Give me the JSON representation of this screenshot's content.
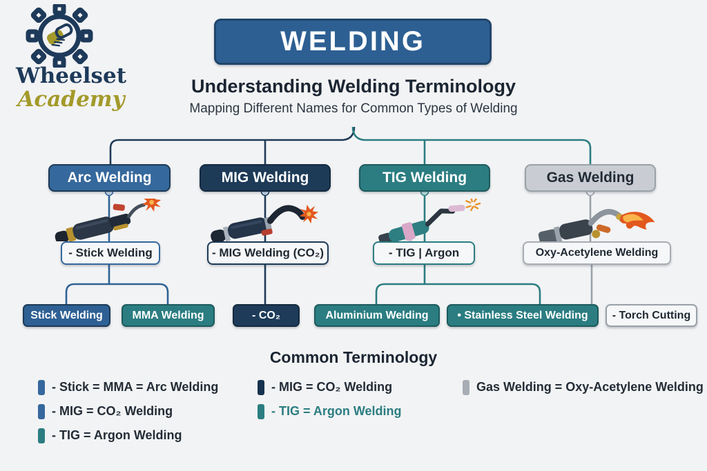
{
  "logo": {
    "line1": "Wheelset",
    "line2": "Academy",
    "icon": "gear-handshake-icon"
  },
  "header": {
    "title": "WELDING",
    "subtitle": "Understanding Welding Terminology",
    "tagline": "Mapping Different Names for Common Types of Welding"
  },
  "branches": [
    {
      "label": "Arc Welding",
      "sub_label": "- Stick Welding",
      "icon": "stick-electrode-holder-illustration",
      "children": [
        "Stick Welding",
        "MMA Welding"
      ],
      "color": "#35689c"
    },
    {
      "label": "MIG Welding",
      "sub_label": "- MIG Welding (CO₂)",
      "icon": "mig-torch-illustration",
      "children": [
        "- CO₂"
      ],
      "color": "#1d3a57"
    },
    {
      "label": "TIG Welding",
      "sub_label": "- TIG | Argon",
      "icon": "tig-torch-illustration",
      "children": [
        "Aluminium Welding",
        "• Stainless Steel Welding"
      ],
      "color": "#2b7d81"
    },
    {
      "label": "Gas Welding",
      "sub_label": "Oxy-Acetylene Welding",
      "icon": "gas-torch-illustration",
      "children": [
        "- Torch Cutting"
      ],
      "color": "#c9cdd3"
    }
  ],
  "terminology": {
    "heading": "Common Terminology",
    "columns": [
      {
        "items": [
          {
            "text": "- Stick = MMA = Arc Welding",
            "pill_color": "#35689c"
          },
          {
            "text": "- MIG = CO₂ Welding",
            "pill_color": "#35689c"
          },
          {
            "text": "- TIG = Argon Welding",
            "pill_color": "#2b7d81"
          }
        ]
      },
      {
        "items": [
          {
            "text": "- MIG = CO₂ Welding",
            "pill_color": "#16324e"
          },
          {
            "text": "- TIG = Argon Welding",
            "pill_color": "#2b7d81",
            "text_color": "#2b7d81"
          }
        ]
      },
      {
        "items": [
          {
            "text": "Gas Welding = Oxy-Acetylene Welding",
            "pill_color": "#a8adb4"
          }
        ]
      }
    ]
  },
  "colors": {
    "background": "#f2f3f4",
    "title_box": "#2d5f93",
    "arc_blue": "#35689c",
    "mig_navy": "#1d3a57",
    "tig_teal": "#2b7d81",
    "gas_gray": "#c9cdd3",
    "co2_navy": "#1e3c5a",
    "line_gray": "#9aa1a8",
    "text_dark": "#232c36",
    "logo_gold": "#a39a2a"
  }
}
